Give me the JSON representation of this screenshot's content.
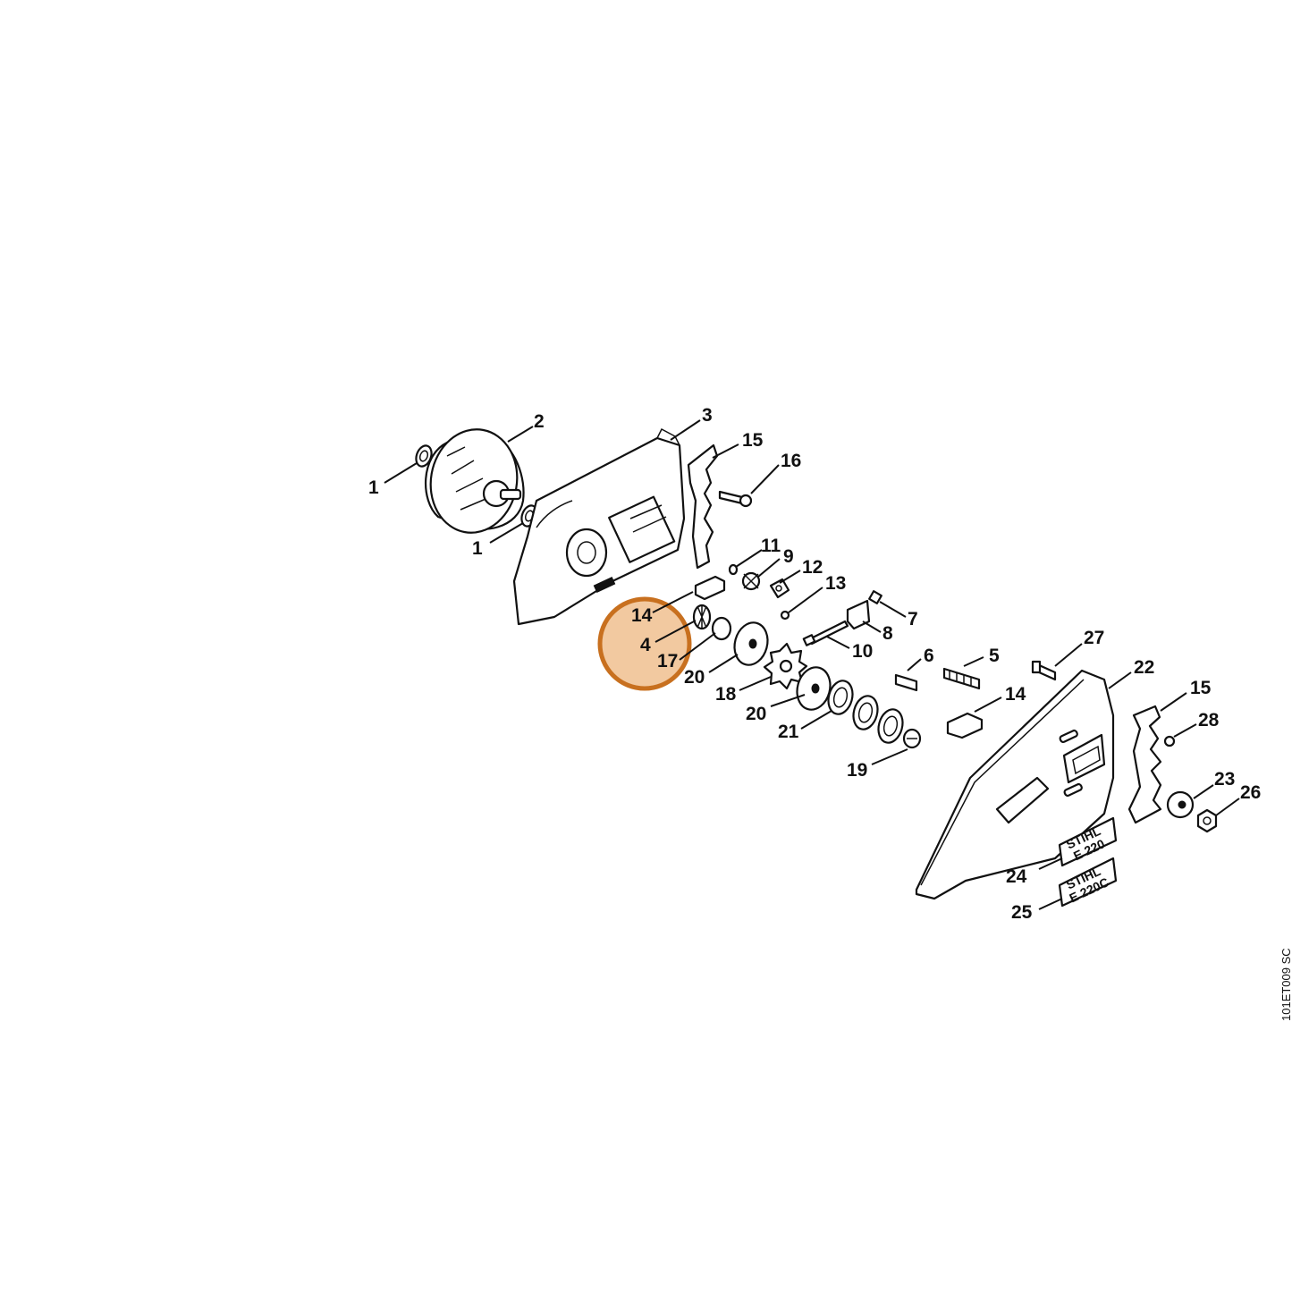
{
  "callouts": {
    "c1a": "1",
    "c1b": "1",
    "c2": "2",
    "c3": "3",
    "c4": "4",
    "c5": "5",
    "c6": "6",
    "c7": "7",
    "c8": "8",
    "c9": "9",
    "c10": "10",
    "c11": "11",
    "c12": "12",
    "c13": "13",
    "c14a": "14",
    "c14b": "14",
    "c15a": "15",
    "c15b": "15",
    "c16": "16",
    "c17": "17",
    "c18": "18",
    "c19": "19",
    "c20a": "20",
    "c20b": "20",
    "c21": "21",
    "c22": "22",
    "c23": "23",
    "c24": "24",
    "c25": "25",
    "c26": "26",
    "c27": "27",
    "c28": "28"
  },
  "decals": {
    "d24_line1": "STIHL",
    "d24_line2": "E 220",
    "d25_line1": "STIHL",
    "d25_line2": "E 220C"
  },
  "drawing_code": "101ET009 SC",
  "colors": {
    "highlight_fill": "#f2c9a0",
    "highlight_stroke": "#c8701f",
    "line": "#111111"
  }
}
